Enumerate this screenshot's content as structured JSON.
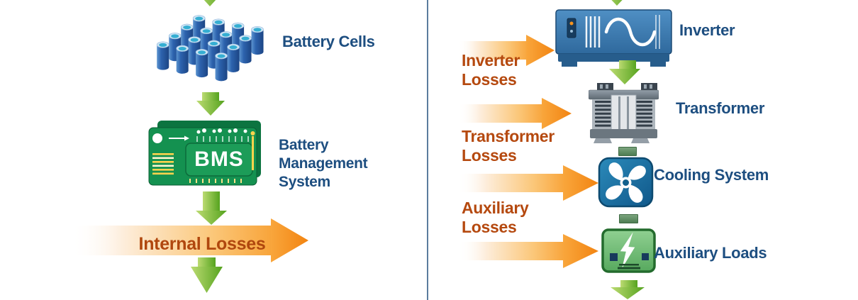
{
  "diagram": {
    "title_implicit": "Battery energy storage losses flow diagram",
    "left": {
      "battery_cells_label": "Battery Cells",
      "bms_chip": "BMS",
      "bms_label_lines": [
        "Battery",
        "Management",
        "System"
      ],
      "internal_losses_label": "Internal Losses"
    },
    "right": {
      "inverter_label": "Inverter",
      "inverter_losses_lines": [
        "Inverter",
        "Losses"
      ],
      "transformer_label": "Transformer",
      "transformer_losses_lines": [
        "Transformer",
        "Losses"
      ],
      "cooling_label": "Cooling System",
      "auxiliary_losses_lines": [
        "Auxiliary",
        "Losses"
      ],
      "aux_loads_label": "Auxiliary Loads"
    },
    "colors": {
      "label_blue": "#1d4e80",
      "loss_text_orange": "#b5490f",
      "loss_arrow_orange": "#f7941d",
      "flow_arrow_green_light": "#bcdb72",
      "flow_arrow_green_dark": "#55a31e",
      "divider_blue_gray": "#5b7c9e",
      "background": "#ffffff"
    }
  }
}
